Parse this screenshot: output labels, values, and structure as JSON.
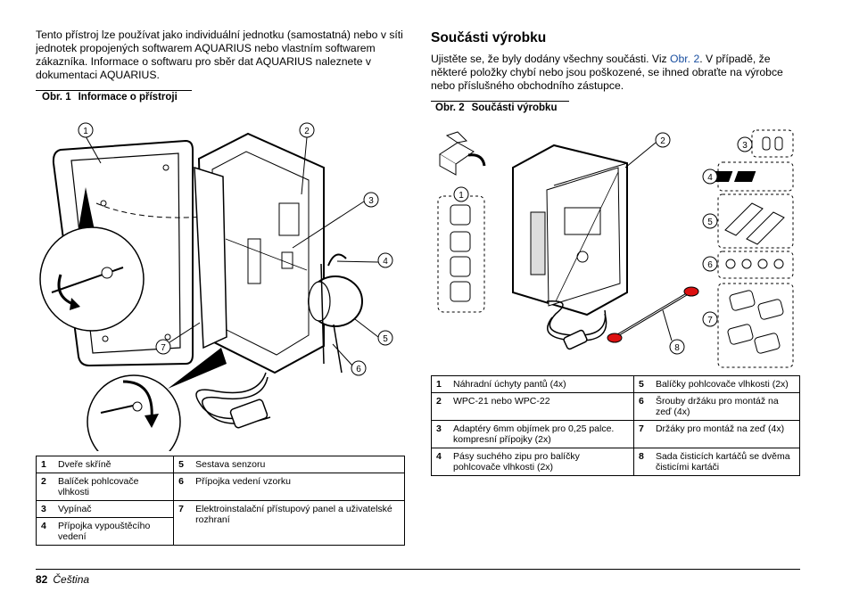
{
  "left": {
    "intro": "Tento přístroj lze používat jako individuální jednotku (samostatná) nebo v síti jednotek propojených softwarem AQUARIUS nebo vlastním softwarem zákazníka. Informace o softwaru pro sběr dat AQUARIUS naleznete v dokumentaci AQUARIUS.",
    "figure_number": "Obr. 1",
    "figure_title": "Informace o přístroji",
    "callouts": [
      "1",
      "2",
      "3",
      "4",
      "5",
      "6",
      "7"
    ],
    "legend": [
      {
        "n": "1",
        "t": "Dveře skříně"
      },
      {
        "n": "5",
        "t": "Sestava senzoru"
      },
      {
        "n": "2",
        "t": "Balíček pohlcovače vlhkosti"
      },
      {
        "n": "6",
        "t": "Přípojka vedení vzorku"
      },
      {
        "n": "3",
        "t": "Vypínač"
      },
      {
        "n": "7",
        "t": "Elektroinstalační přístupový panel a uživatelské rozhraní"
      },
      {
        "n": "4",
        "t": "Přípojka vypouštěcího vedení"
      }
    ]
  },
  "right": {
    "heading": "Součásti výrobku",
    "intro_before": "Ujistěte se, že byly dodány všechny součásti. Viz ",
    "intro_link": "Obr. 2",
    "intro_after": ". V případě, že některé položky chybí nebo jsou poškozené, se ihned obraťte na výrobce nebo příslušného obchodního zástupce.",
    "figure_number": "Obr. 2",
    "figure_title": "Součásti výrobku",
    "callouts": [
      "1",
      "2",
      "3",
      "4",
      "5",
      "6",
      "7",
      "8"
    ],
    "legend": [
      {
        "n": "1",
        "t": "Náhradní úchyty pantů (4x)"
      },
      {
        "n": "5",
        "t": "Balíčky pohlcovače vlhkosti (2x)"
      },
      {
        "n": "2",
        "t": "WPC-21 nebo WPC-22"
      },
      {
        "n": "6",
        "t": "Šrouby držáku pro montáž na zeď (4x)"
      },
      {
        "n": "3",
        "t": "Adaptéry 6mm objímek pro 0,25 palce. kompresní přípojky (2x)"
      },
      {
        "n": "7",
        "t": "Držáky pro montáž na zeď (4x)"
      },
      {
        "n": "4",
        "t": "Pásy suchého zipu pro balíčky pohlcovače vlhkosti (2x)"
      },
      {
        "n": "8",
        "t": "Sada čisticích kartáčů se dvěma čisticími kartáči"
      }
    ]
  },
  "footer": {
    "page": "82",
    "language": "Čeština"
  }
}
